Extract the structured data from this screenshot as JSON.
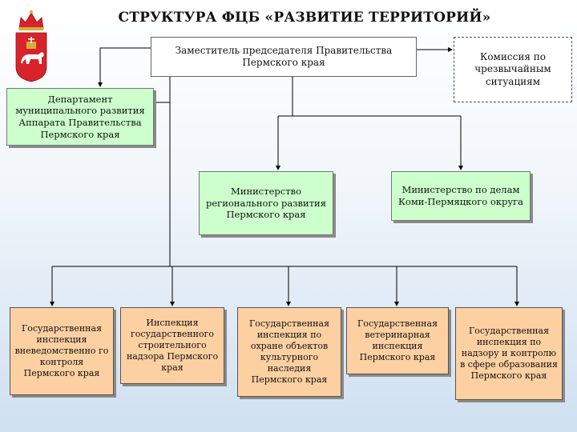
{
  "title": "СТРУКТУРА ФЦБ «РАЗВИТИЕ ТЕРРИТОРИЙ»",
  "deputy": "Заместитель председателя Правительства Пермского края",
  "commission": "Комиссия по чрезвычайным ситуациям",
  "department": "Департамент муниципального развития Аппарата Правительства Пермского края",
  "ministries": [
    "Министерство регионального развития Пермского края",
    "Министерство по делам Коми-Пермяцкого округа"
  ],
  "inspections": [
    "Государственная инспекция вневедомственно го контроля Пермского края",
    "Инспекция государственного строительного надзора Пермского края",
    "Государственная инспекция по охране объектов культурного наследия Пермского края",
    "Государственная ветеринарная инспекция Пермского края",
    "Государственная инспекция по надзору и контролю в сфере образования Пермского края"
  ],
  "colors": {
    "green_box": "#ccffcc",
    "orange_box": "#fdd0a2",
    "emblem_red": "#d8232a"
  }
}
